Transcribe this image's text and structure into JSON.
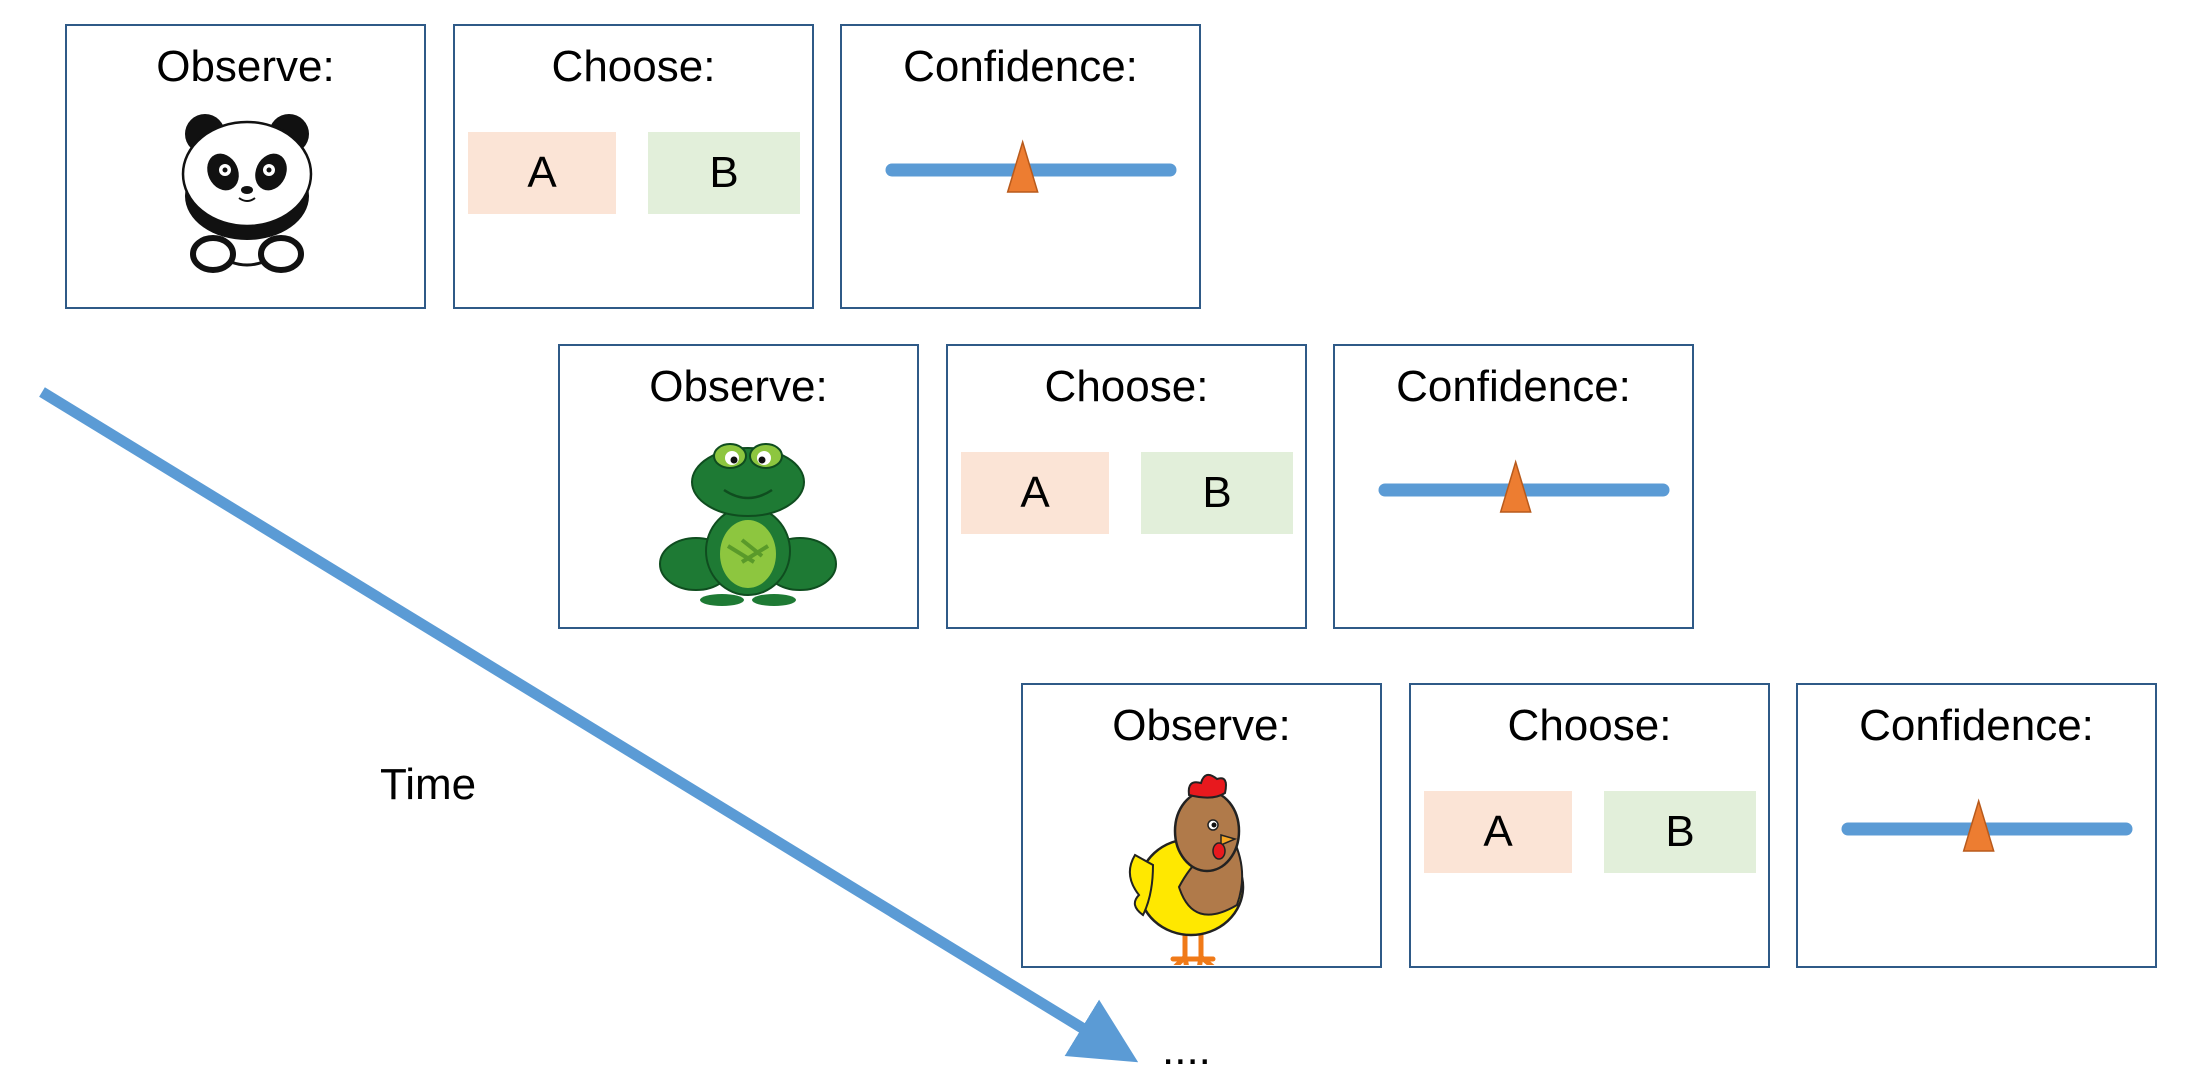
{
  "trials": [
    {
      "animal": "panda",
      "observe_label": "Observe:",
      "choose_label": "Choose:",
      "confidence_label": "Confidence:",
      "option_a": "A",
      "option_b": "B",
      "confidence_level": 0.47
    },
    {
      "animal": "frog",
      "observe_label": "Observe:",
      "choose_label": "Choose:",
      "confidence_label": "Confidence:",
      "option_a": "A",
      "option_b": "B",
      "confidence_level": 0.47
    },
    {
      "animal": "chicken",
      "observe_label": "Observe:",
      "choose_label": "Choose:",
      "confidence_label": "Confidence:",
      "option_a": "A",
      "option_b": "B",
      "confidence_level": 0.47
    }
  ],
  "time_label": "Time",
  "continuation": "....",
  "colors": {
    "panel_border": "#2f5a87",
    "arrow": "#5b9bd5",
    "slider_track": "#5b9bd5",
    "slider_marker": "#ed7d31",
    "option_a_bg": "#fbe4d6",
    "option_b_bg": "#e2efda"
  }
}
